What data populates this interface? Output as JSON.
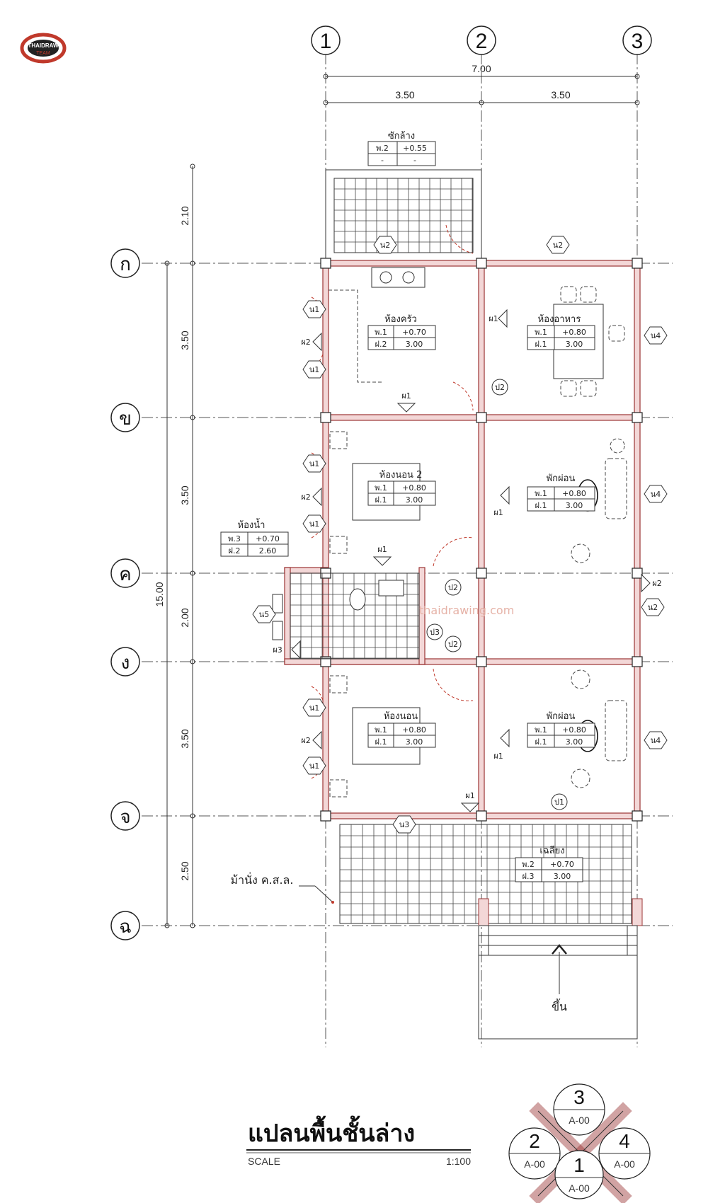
{
  "logo": {
    "line1": "THAIDRAW",
    "line2": "TEAM"
  },
  "grid": {
    "columns": [
      "1",
      "2",
      "3"
    ],
    "rows": [
      "ก",
      "ข",
      "ค",
      "ง",
      "จ",
      "ฉ"
    ]
  },
  "dimensions": {
    "top_total": "7.00",
    "top_span_a": "3.50",
    "top_span_b": "3.50",
    "left": [
      "2.10",
      "3.50",
      "3.50",
      "2.00",
      "3.50",
      "2.50"
    ],
    "left_total": "15.00"
  },
  "rooms": {
    "laundry": {
      "name": "ซักล้าง",
      "r1a": "พ.2",
      "r1b": "+0.55",
      "r2a": "-",
      "r2b": "-"
    },
    "kitchen": {
      "name": "ห้องครัว",
      "r1a": "พ.1",
      "r1b": "+0.70",
      "r2a": "ฝ.2",
      "r2b": "3.00"
    },
    "dining": {
      "name": "ห้องอาหาร",
      "r1a": "พ.1",
      "r1b": "+0.80",
      "r2a": "ฝ.1",
      "r2b": "3.00"
    },
    "bedroom2": {
      "name": "ห้องนอน 2",
      "r1a": "พ.1",
      "r1b": "+0.80",
      "r2a": "ฝ.1",
      "r2b": "3.00"
    },
    "living1": {
      "name": "พักผ่อน",
      "r1a": "พ.1",
      "r1b": "+0.80",
      "r2a": "ฝ.1",
      "r2b": "3.00"
    },
    "bathroom": {
      "name": "ห้องน้ำ",
      "r1a": "พ.3",
      "r1b": "+0.70",
      "r2a": "ฝ.2",
      "r2b": "2.60"
    },
    "bedroom1": {
      "name": "ห้องนอน",
      "r1a": "พ.1",
      "r1b": "+0.80",
      "r2a": "ฝ.1",
      "r2b": "3.00"
    },
    "living2": {
      "name": "พักผ่อน",
      "r1a": "พ.1",
      "r1b": "+0.80",
      "r2a": "ฝ.1",
      "r2b": "3.00"
    },
    "terrace": {
      "name": "เฉลียง",
      "r1a": "พ.2",
      "r1b": "+0.70",
      "r2a": "ฝ.3",
      "r2b": "3.00"
    }
  },
  "tags": {
    "n1": "น1",
    "n2": "น2",
    "n3": "น3",
    "n4": "น4",
    "n5": "น5",
    "d1": "ป1",
    "d2": "ป2",
    "d3": "ป3",
    "w1": "ผ1",
    "w2": "ผ2",
    "w3": "ผ3"
  },
  "labels": {
    "bench": "ม้านั่ง ค.ส.ล.",
    "up": "ขึ้น",
    "watermark": "thaidrawing.com"
  },
  "title_block": {
    "title": "แปลนพื้นชั้นล่าง",
    "scale_label": "SCALE",
    "scale_value": "1:100"
  },
  "section_key": {
    "top": {
      "num": "3",
      "ref": "A-00"
    },
    "left": {
      "num": "2",
      "ref": "A-00"
    },
    "right": {
      "num": "4",
      "ref": "A-00"
    },
    "bottom": {
      "num": "1",
      "ref": "A-00"
    }
  }
}
